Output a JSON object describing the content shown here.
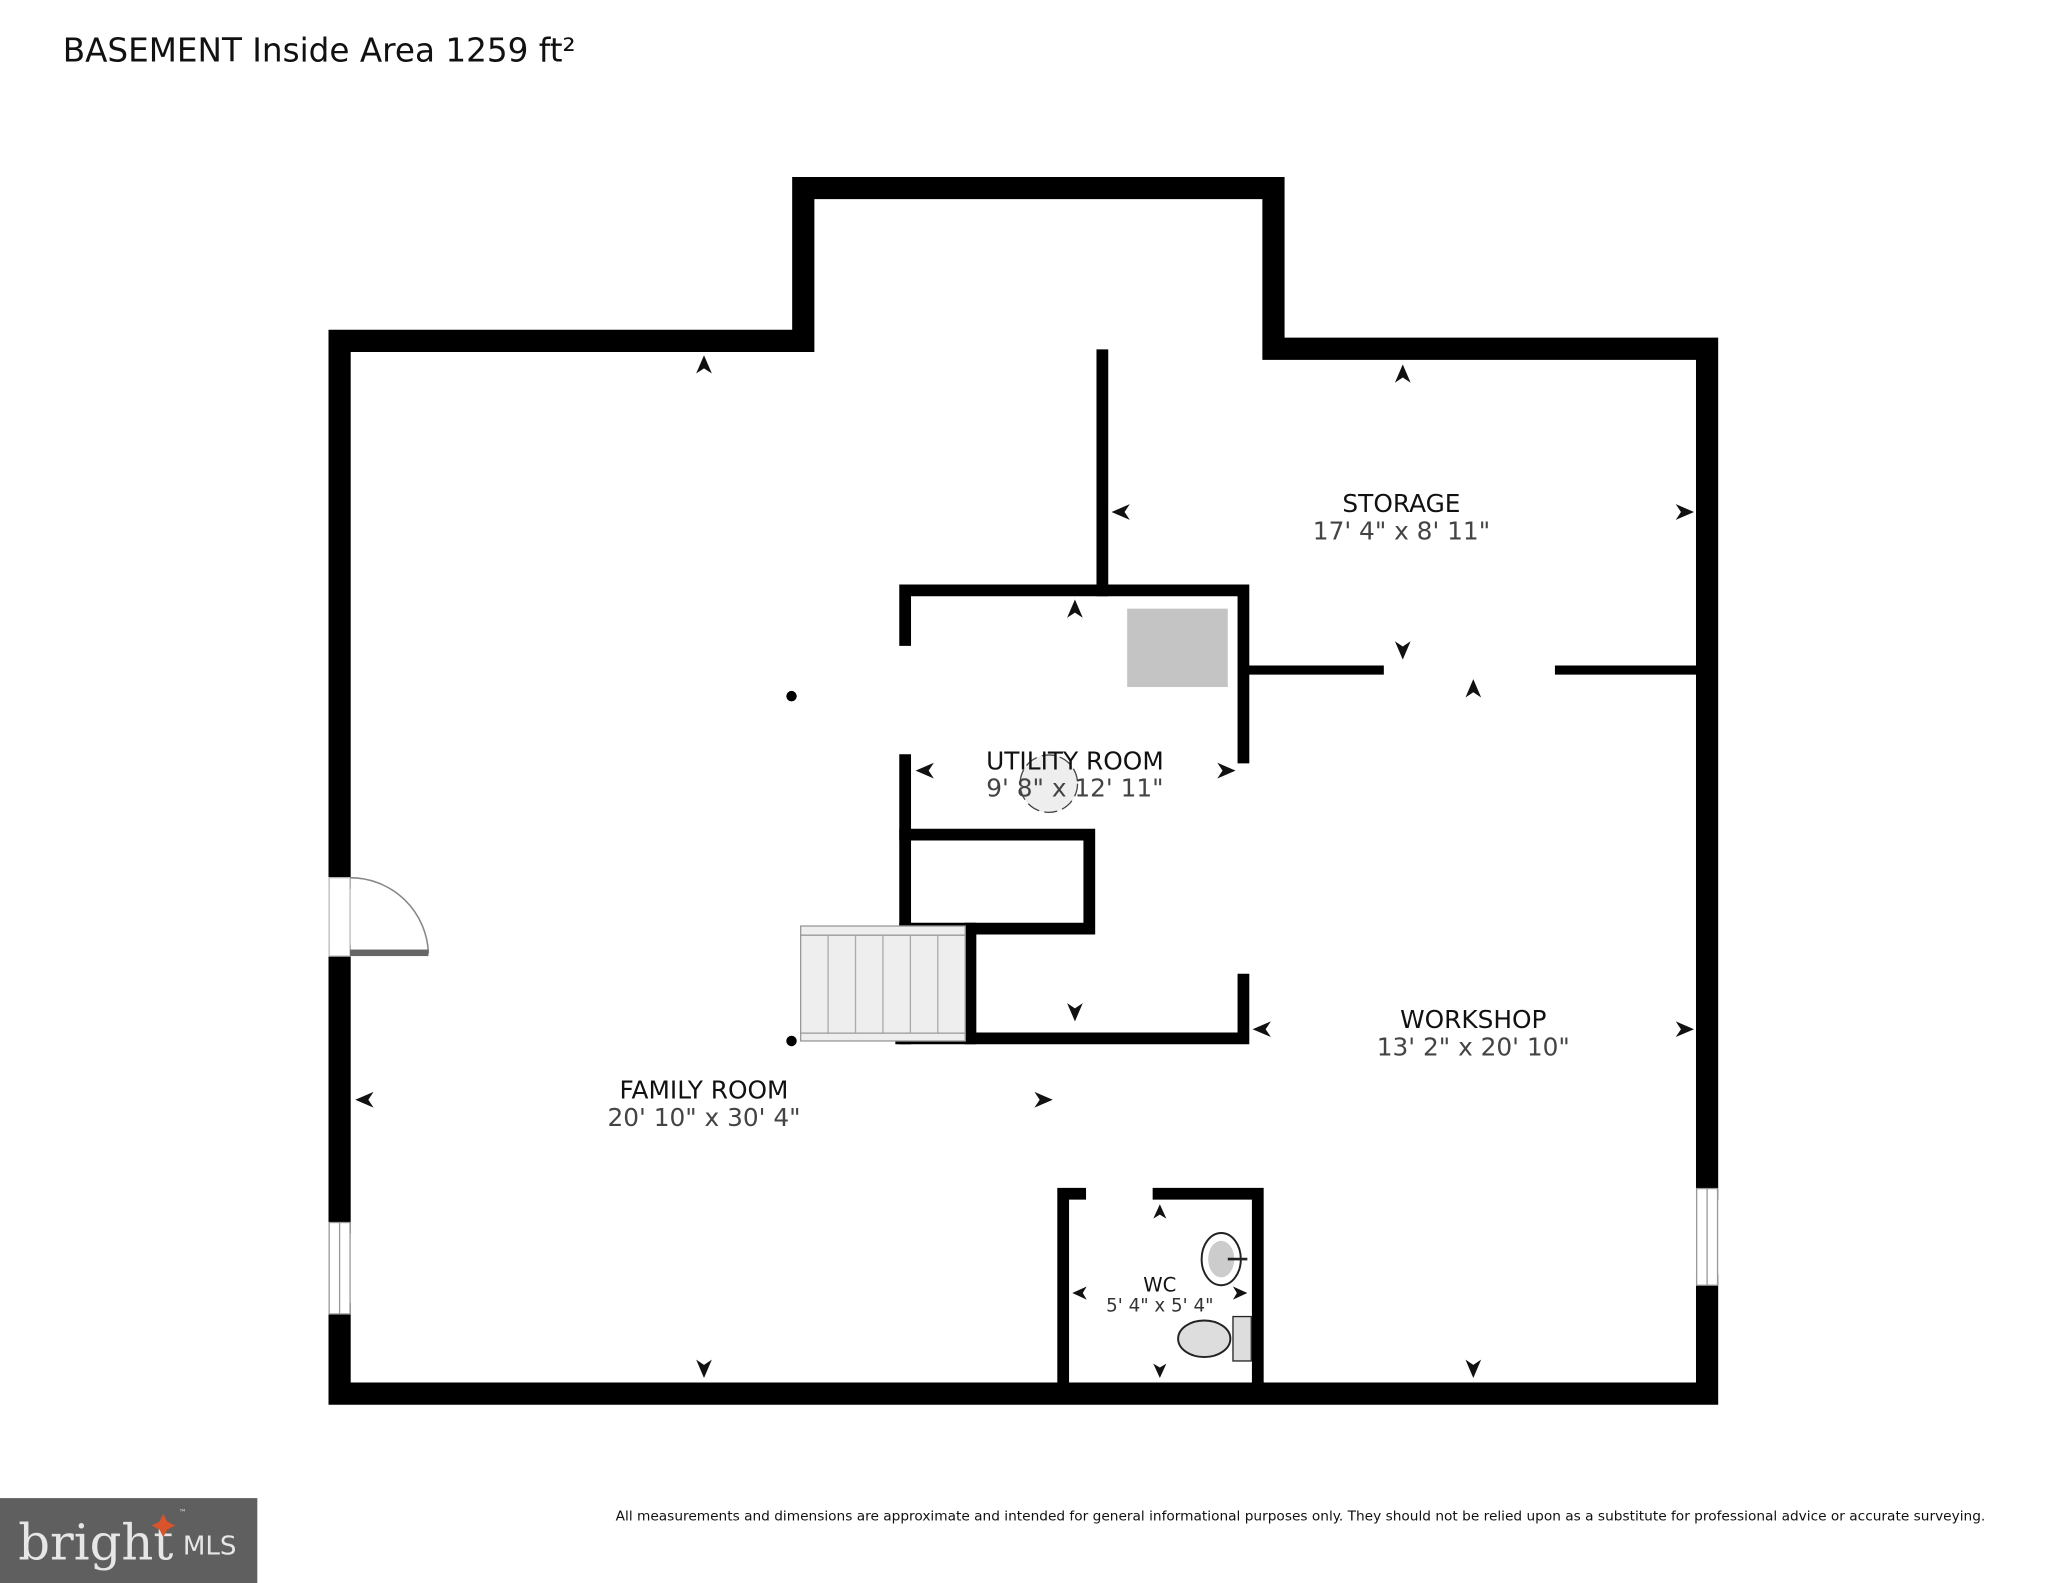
{
  "title": "BASEMENT Inside Area 1259 ft²",
  "rooms": [
    {
      "name": "STORAGE",
      "dims": "17' 4\" x 8' 11\""
    },
    {
      "name": "UTILITY ROOM",
      "dims": "9' 8\" x 12' 11\""
    },
    {
      "name": "WORKSHOP",
      "dims": "13' 2\" x 20' 10\""
    },
    {
      "name": "FAMILY ROOM",
      "dims": "20' 10\" x 30' 4\""
    },
    {
      "name": "WC",
      "dims": "5' 4\" x 5' 4\""
    }
  ],
  "disclaimer": "All measurements and dimensions are approximate and intended for general informational purposes only. They should not be relied upon as a substitute for professional advice or accurate surveying.",
  "logo": {
    "text": "bright",
    "suffix": "MLS",
    "tm": "™",
    "bg": "#5f5f5f",
    "accent": "#d9532b"
  }
}
